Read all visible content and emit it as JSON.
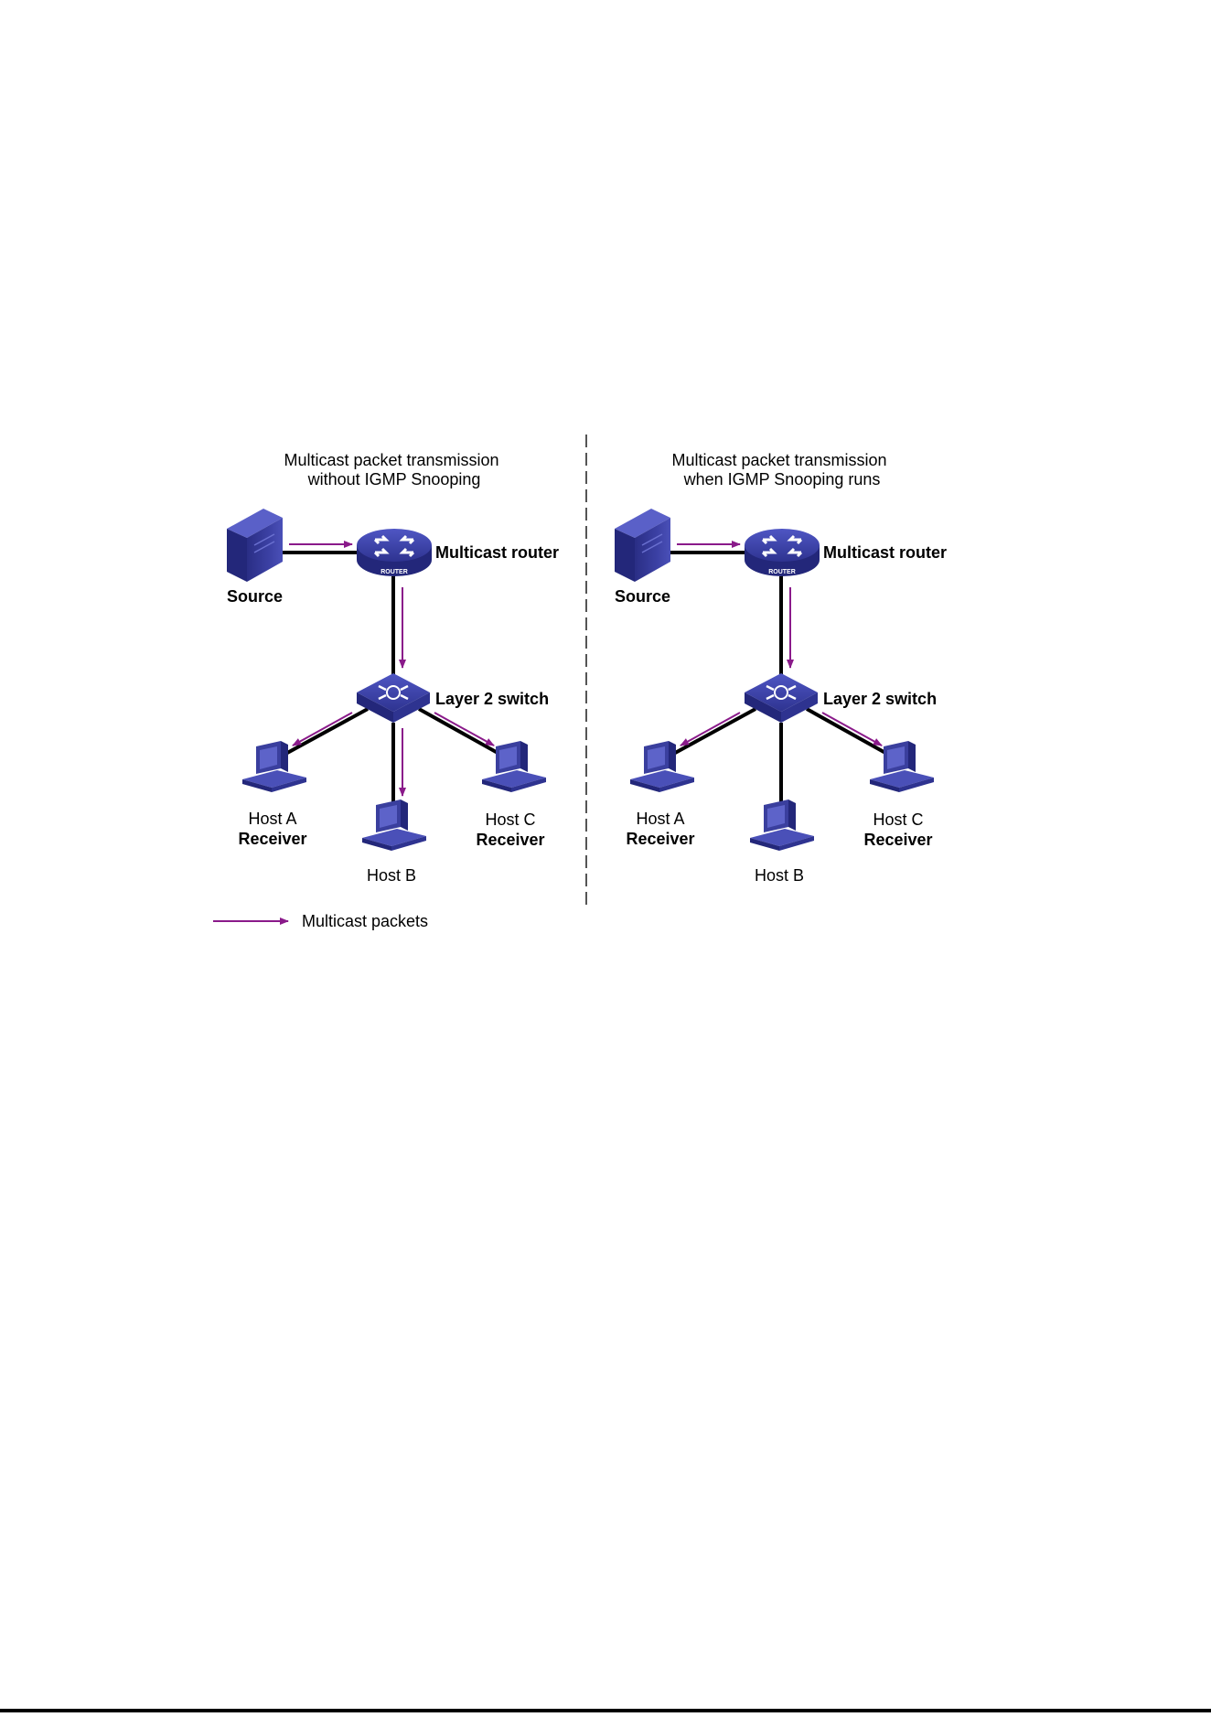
{
  "panels": [
    {
      "id": "left",
      "title_line1": "Multicast packet transmission",
      "title_line2": "without IGMP Snooping",
      "source_label": "Source",
      "router_label": "Multicast router",
      "router_badge": "ROUTER",
      "switch_label": "Layer 2 switch",
      "host_a_label": "Host A",
      "host_a_role": "Receiver",
      "host_b_label": "Host B",
      "host_c_label": "Host C",
      "host_c_role": "Receiver",
      "flows_to": [
        "Host A",
        "Host B",
        "Host C"
      ]
    },
    {
      "id": "right",
      "title_line1": "Multicast packet transmission",
      "title_line2": "when IGMP Snooping runs",
      "source_label": "Source",
      "router_label": "Multicast router",
      "router_badge": "ROUTER",
      "switch_label": "Layer 2 switch",
      "host_a_label": "Host A",
      "host_a_role": "Receiver",
      "host_b_label": "Host B",
      "host_c_label": "Host C",
      "host_c_role": "Receiver",
      "flows_to": [
        "Host A",
        "Host C"
      ]
    }
  ],
  "legend": {
    "label": "Multicast packets"
  },
  "colors": {
    "device_blue": "#3a3f9e",
    "device_dark": "#23277a",
    "arrow_purple": "#8a1a8a",
    "link_black": "#000000"
  }
}
